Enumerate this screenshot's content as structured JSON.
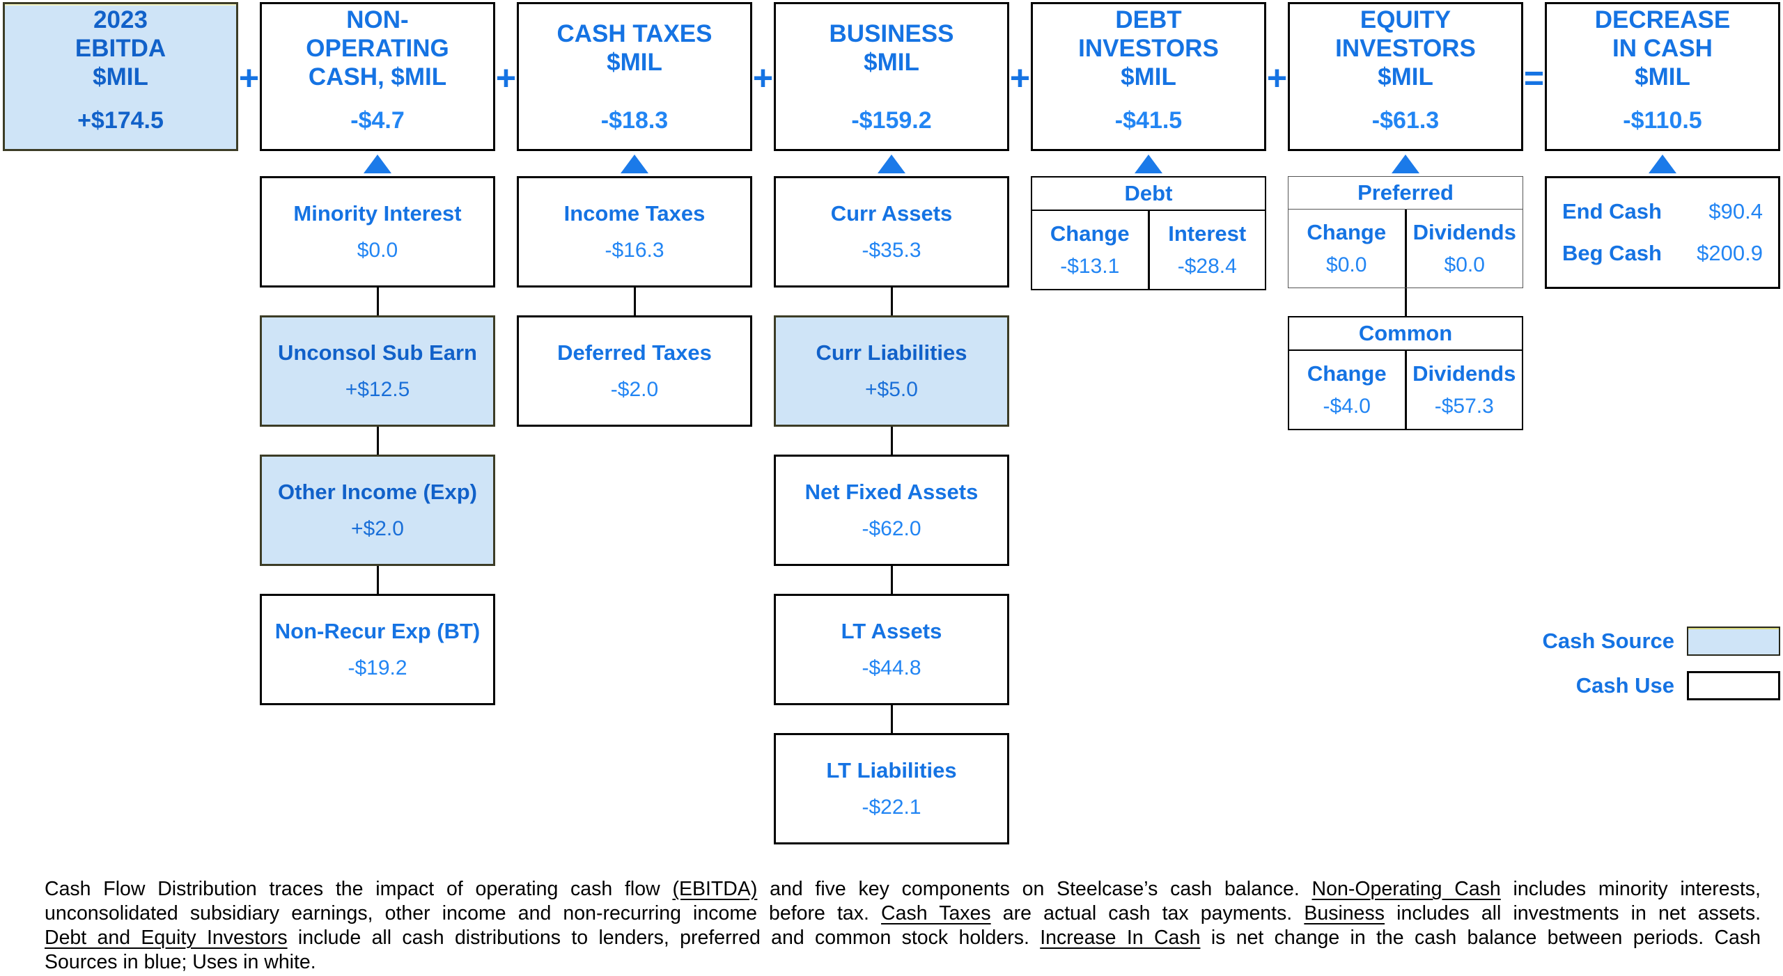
{
  "title": "Cash Flow Distribution",
  "colors": {
    "text_blue": "#1b7ae9",
    "source_fill": "#cfe4f7",
    "use_fill": "#ffffff",
    "border_black": "#000000",
    "source_border_olive": "#3c3c26"
  },
  "operators": [
    "+",
    "+",
    "+",
    "+",
    "+",
    "="
  ],
  "columns": [
    {
      "id": "ebitda",
      "header": {
        "lines": [
          "2023",
          "EBITDA",
          "$MIL"
        ],
        "value": "+$174.5",
        "fill": "source"
      },
      "arrow": false,
      "children": []
    },
    {
      "id": "non-operating-cash",
      "header": {
        "lines": [
          "NON-",
          "OPERATING",
          "CASH, $MIL"
        ],
        "value": "-$4.7",
        "fill": "use"
      },
      "arrow": true,
      "children": [
        {
          "type": "box",
          "label": "Minority Interest",
          "value": "$0.0",
          "fill": "use"
        },
        {
          "type": "box",
          "label": "Unconsol Sub Earn",
          "value": "+$12.5",
          "fill": "source"
        },
        {
          "type": "box",
          "label": "Other Income (Exp)",
          "value": "+$2.0",
          "fill": "source"
        },
        {
          "type": "box",
          "label": "Non-Recur Exp (BT)",
          "value": "-$19.2",
          "fill": "use"
        }
      ]
    },
    {
      "id": "cash-taxes",
      "header": {
        "lines": [
          "CASH TAXES",
          "$MIL"
        ],
        "value": "-$18.3",
        "fill": "use"
      },
      "arrow": true,
      "children": [
        {
          "type": "box",
          "label": "Income Taxes",
          "value": "-$16.3",
          "fill": "use"
        },
        {
          "type": "box",
          "label": "Deferred Taxes",
          "value": "-$2.0",
          "fill": "use"
        }
      ]
    },
    {
      "id": "business",
      "header": {
        "lines": [
          "BUSINESS",
          "$MIL"
        ],
        "value": "-$159.2",
        "fill": "use"
      },
      "arrow": true,
      "children": [
        {
          "type": "box",
          "label": "Curr Assets",
          "value": "-$35.3",
          "fill": "use"
        },
        {
          "type": "box",
          "label": "Curr Liabilities",
          "value": "+$5.0",
          "fill": "source"
        },
        {
          "type": "box",
          "label": "Net Fixed Assets",
          "value": "-$62.0",
          "fill": "use"
        },
        {
          "type": "box",
          "label": "LT Assets",
          "value": "-$44.8",
          "fill": "use"
        },
        {
          "type": "box",
          "label": "LT Liabilities",
          "value": "-$22.1",
          "fill": "use"
        }
      ]
    },
    {
      "id": "debt-investors",
      "header": {
        "lines": [
          "DEBT",
          "INVESTORS",
          "$MIL"
        ],
        "value": "-$41.5",
        "fill": "use"
      },
      "arrow": true,
      "children": [
        {
          "type": "table",
          "title": "Debt",
          "light": false,
          "cols": [
            {
              "header": "Change",
              "value": "-$13.1"
            },
            {
              "header": "Interest",
              "value": "-$28.4"
            }
          ]
        }
      ]
    },
    {
      "id": "equity-investors",
      "header": {
        "lines": [
          "EQUITY",
          "INVESTORS",
          "$MIL"
        ],
        "value": "-$61.3",
        "fill": "use"
      },
      "arrow": true,
      "children": [
        {
          "type": "table",
          "title": "Preferred",
          "light": true,
          "cols": [
            {
              "header": "Change",
              "value": "$0.0"
            },
            {
              "header": "Dividends",
              "value": "$0.0"
            }
          ]
        },
        {
          "type": "table",
          "title": "Common",
          "light": false,
          "cols": [
            {
              "header": "Change",
              "value": "-$4.0"
            },
            {
              "header": "Dividends",
              "value": "-$57.3"
            }
          ]
        }
      ]
    },
    {
      "id": "decrease-in-cash",
      "header": {
        "lines": [
          "DECREASE",
          "IN CASH",
          "$MIL"
        ],
        "value": "-$110.5",
        "fill": "use"
      },
      "arrow": true,
      "children": [
        {
          "type": "kv",
          "rows": [
            {
              "label": "End Cash",
              "value": "$90.4"
            },
            {
              "label": "Beg Cash",
              "value": "$200.9"
            }
          ]
        }
      ]
    }
  ],
  "legend": {
    "items": [
      {
        "label": "Cash Source",
        "fill": "source"
      },
      {
        "label": "Cash Use",
        "fill": "use"
      }
    ]
  },
  "footer": {
    "lines": [
      [
        {
          "t": "Cash Flow Distribution traces the impact of operating cash flow ",
          "u": false
        },
        {
          "t": "(EBITDA)",
          "u": true
        },
        {
          "t": " and five key components on Steelcase’s cash balance. ",
          "u": false
        },
        {
          "t": "Non-Operating Cash",
          "u": true
        },
        {
          "t": " includes minority interests,",
          "u": false
        }
      ],
      [
        {
          "t": "unconsolidated subsidiary earnings, other income and non-recurring income before tax. ",
          "u": false
        },
        {
          "t": "Cash Taxes",
          "u": true
        },
        {
          "t": " are actual cash tax payments. ",
          "u": false
        },
        {
          "t": "Business",
          "u": true
        },
        {
          "t": " includes all investments in net assets.",
          "u": false
        }
      ],
      [
        {
          "t": "Debt and Equity Investors",
          "u": true
        },
        {
          "t": " include all cash distributions to lenders, preferred and common stock holders. ",
          "u": false
        },
        {
          "t": "Increase In Cash",
          "u": true
        },
        {
          "t": " is net change in the cash balance between periods. Cash",
          "u": false
        }
      ],
      [
        {
          "t": "Sources in blue; Uses in white.",
          "u": false
        }
      ]
    ]
  }
}
